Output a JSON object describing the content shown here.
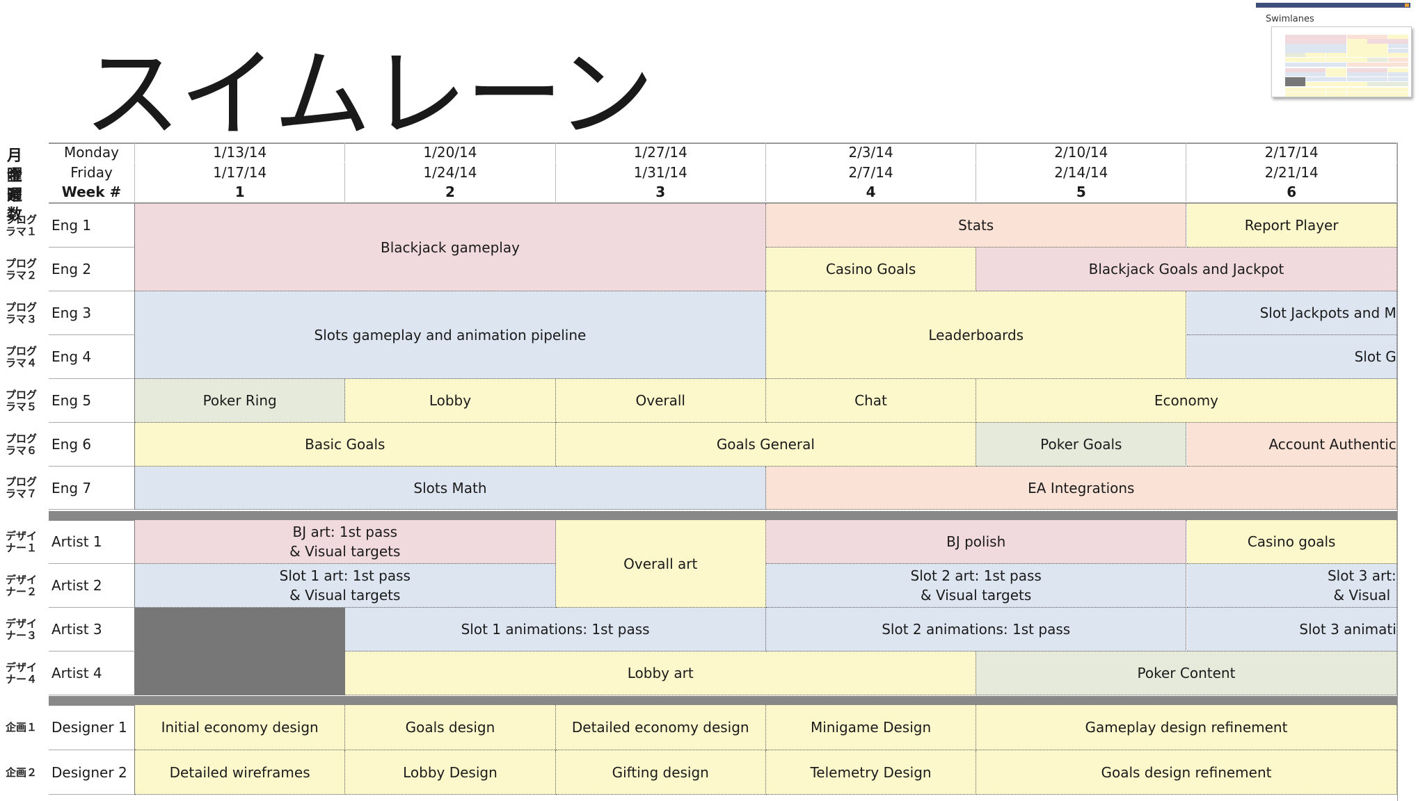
{
  "title": "スイムレーン",
  "thumbnail": {
    "label": "Swimlanes"
  },
  "header_labels_jp": [
    "月曜",
    "金曜",
    "週数"
  ],
  "header": {
    "row_labels": [
      "Monday",
      "Friday",
      "Week #"
    ],
    "weeks": [
      {
        "monday": "1/13/14",
        "friday": "1/17/14",
        "week": "1"
      },
      {
        "monday": "1/20/14",
        "friday": "1/24/14",
        "week": "2"
      },
      {
        "monday": "1/27/14",
        "friday": "1/31/14",
        "week": "3"
      },
      {
        "monday": "2/3/14",
        "friday": "2/7/14",
        "week": "4"
      },
      {
        "monday": "2/10/14",
        "friday": "2/14/14",
        "week": "5"
      },
      {
        "monday": "2/17/14",
        "friday": "2/21/14",
        "week": "6"
      }
    ]
  },
  "colors": {
    "pink": "#f1dadd",
    "peach": "#fbe2d6",
    "yellow": "#fcf8cb",
    "blue": "#dce5f0",
    "green": "#e5eadb",
    "gray": "#777777"
  },
  "rows": [
    {
      "jp": [
        "プログ",
        "ラマ１"
      ],
      "label": "Eng 1"
    },
    {
      "jp": [
        "プログ",
        "ラマ２"
      ],
      "label": "Eng 2"
    },
    {
      "jp": [
        "プログ",
        "ラマ３"
      ],
      "label": "Eng 3"
    },
    {
      "jp": [
        "プログ",
        "ラマ４"
      ],
      "label": "Eng 4"
    },
    {
      "jp": [
        "プログ",
        "ラマ５"
      ],
      "label": "Eng 5"
    },
    {
      "jp": [
        "プログ",
        "ラマ６"
      ],
      "label": "Eng 6"
    },
    {
      "jp": [
        "プログ",
        "ラマ７"
      ],
      "label": "Eng 7"
    },
    {
      "jp": [
        "デザイ",
        "ナー１"
      ],
      "label": "Artist 1"
    },
    {
      "jp": [
        "デザイ",
        "ナー２"
      ],
      "label": "Artist 2"
    },
    {
      "jp": [
        "デザイ",
        "ナー３"
      ],
      "label": "Artist 3"
    },
    {
      "jp": [
        "デザイ",
        "ナー４"
      ],
      "label": "Artist 4"
    },
    {
      "jp": [
        "企画１"
      ],
      "label": "Designer 1"
    },
    {
      "jp": [
        "企画２"
      ],
      "label": "Designer 2"
    }
  ],
  "tasks": [
    {
      "text": "Blackjack gameplay",
      "color": "pink",
      "row": 0,
      "rows": 2,
      "week": 1,
      "weeks": 3
    },
    {
      "text": "Stats",
      "color": "peach",
      "row": 0,
      "rows": 1,
      "week": 4,
      "weeks": 2
    },
    {
      "text": "Report Player",
      "color": "yellow",
      "row": 0,
      "rows": 1,
      "week": 6,
      "weeks": 1
    },
    {
      "text": "Casino Goals",
      "color": "yellow",
      "row": 1,
      "rows": 1,
      "week": 4,
      "weeks": 1
    },
    {
      "text": "Blackjack Goals and Jackpot",
      "color": "pink",
      "row": 1,
      "rows": 1,
      "week": 5,
      "weeks": 2
    },
    {
      "text": "Slots gameplay and animation pipeline",
      "color": "blue",
      "row": 2,
      "rows": 2,
      "week": 1,
      "weeks": 3
    },
    {
      "text": "Leaderboards",
      "color": "yellow",
      "row": 2,
      "rows": 2,
      "week": 4,
      "weeks": 2
    },
    {
      "text": "Slot Jackpots and M",
      "color": "blue",
      "row": 2,
      "rows": 1,
      "week": 6,
      "weeks": 1,
      "clip": true
    },
    {
      "text": "Slot G",
      "color": "blue",
      "row": 3,
      "rows": 1,
      "week": 6,
      "weeks": 1,
      "clip": true
    },
    {
      "text": "Poker Ring",
      "color": "green",
      "row": 4,
      "rows": 1,
      "week": 1,
      "weeks": 1
    },
    {
      "text": "Lobby",
      "color": "yellow",
      "row": 4,
      "rows": 1,
      "week": 2,
      "weeks": 1
    },
    {
      "text": "Overall",
      "color": "yellow",
      "row": 4,
      "rows": 1,
      "week": 3,
      "weeks": 1
    },
    {
      "text": "Chat",
      "color": "yellow",
      "row": 4,
      "rows": 1,
      "week": 4,
      "weeks": 1
    },
    {
      "text": "Economy",
      "color": "yellow",
      "row": 4,
      "rows": 1,
      "week": 5,
      "weeks": 2
    },
    {
      "text": "Basic Goals",
      "color": "yellow",
      "row": 5,
      "rows": 1,
      "week": 1,
      "weeks": 2
    },
    {
      "text": "Goals General",
      "color": "yellow",
      "row": 5,
      "rows": 1,
      "week": 3,
      "weeks": 2
    },
    {
      "text": "Poker Goals",
      "color": "green",
      "row": 5,
      "rows": 1,
      "week": 5,
      "weeks": 1
    },
    {
      "text": "Account Authentic",
      "color": "peach",
      "row": 5,
      "rows": 1,
      "week": 6,
      "weeks": 1,
      "clip": true
    },
    {
      "text": "Slots Math",
      "color": "blue",
      "row": 6,
      "rows": 1,
      "week": 1,
      "weeks": 3
    },
    {
      "text": "EA Integrations",
      "color": "peach",
      "row": 6,
      "rows": 1,
      "week": 4,
      "weeks": 3
    },
    {
      "text": "BJ art: 1st pass\n& Visual targets",
      "color": "pink",
      "row": 7,
      "rows": 1,
      "week": 1,
      "weeks": 2
    },
    {
      "text": "Overall art",
      "color": "yellow",
      "row": 7,
      "rows": 2,
      "week": 3,
      "weeks": 1
    },
    {
      "text": "BJ polish",
      "color": "pink",
      "row": 7,
      "rows": 1,
      "week": 4,
      "weeks": 2
    },
    {
      "text": "Casino goals",
      "color": "yellow",
      "row": 7,
      "rows": 1,
      "week": 6,
      "weeks": 1
    },
    {
      "text": "Slot 1 art: 1st pass\n& Visual targets",
      "color": "blue",
      "row": 8,
      "rows": 1,
      "week": 1,
      "weeks": 2
    },
    {
      "text": "Slot 2 art: 1st pass\n& Visual targets",
      "color": "blue",
      "row": 8,
      "rows": 1,
      "week": 4,
      "weeks": 2
    },
    {
      "text": "Slot 3 art:\n& Visual",
      "color": "blue",
      "row": 8,
      "rows": 1,
      "week": 6,
      "weeks": 1,
      "clip": true
    },
    {
      "text": "",
      "color": "gray",
      "row": 9,
      "rows": 2,
      "week": 1,
      "weeks": 1
    },
    {
      "text": "Slot 1 animations: 1st pass",
      "color": "blue",
      "row": 9,
      "rows": 1,
      "week": 2,
      "weeks": 2
    },
    {
      "text": "Slot 2 animations: 1st pass",
      "color": "blue",
      "row": 9,
      "rows": 1,
      "week": 4,
      "weeks": 2
    },
    {
      "text": "Slot 3 animati",
      "color": "blue",
      "row": 9,
      "rows": 1,
      "week": 6,
      "weeks": 1,
      "clip": true
    },
    {
      "text": "Lobby art",
      "color": "yellow",
      "row": 10,
      "rows": 1,
      "week": 2,
      "weeks": 3
    },
    {
      "text": "Poker Content",
      "color": "green",
      "row": 10,
      "rows": 1,
      "week": 5,
      "weeks": 2
    },
    {
      "text": "Initial economy design",
      "color": "yellow",
      "row": 11,
      "rows": 1,
      "week": 1,
      "weeks": 1
    },
    {
      "text": "Goals design",
      "color": "yellow",
      "row": 11,
      "rows": 1,
      "week": 2,
      "weeks": 1
    },
    {
      "text": "Detailed economy design",
      "color": "yellow",
      "row": 11,
      "rows": 1,
      "week": 3,
      "weeks": 1
    },
    {
      "text": "Minigame Design",
      "color": "yellow",
      "row": 11,
      "rows": 1,
      "week": 4,
      "weeks": 1
    },
    {
      "text": "Gameplay design refinement",
      "color": "yellow",
      "row": 11,
      "rows": 1,
      "week": 5,
      "weeks": 2
    },
    {
      "text": "Detailed wireframes",
      "color": "yellow",
      "row": 12,
      "rows": 1,
      "week": 1,
      "weeks": 1
    },
    {
      "text": "Lobby Design",
      "color": "yellow",
      "row": 12,
      "rows": 1,
      "week": 2,
      "weeks": 1
    },
    {
      "text": "Gifting design",
      "color": "yellow",
      "row": 12,
      "rows": 1,
      "week": 3,
      "weeks": 1
    },
    {
      "text": "Telemetry Design",
      "color": "yellow",
      "row": 12,
      "rows": 1,
      "week": 4,
      "weeks": 1
    },
    {
      "text": "Goals design refinement",
      "color": "yellow",
      "row": 12,
      "rows": 1,
      "week": 5,
      "weeks": 2
    }
  ]
}
